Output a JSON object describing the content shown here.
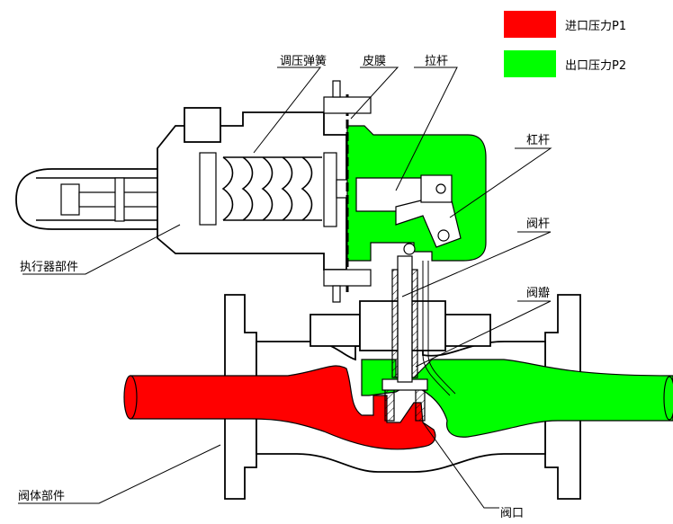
{
  "legend": {
    "inlet": {
      "label": "进口压力P1",
      "color": "#ff0000"
    },
    "outlet": {
      "label": "出口压力P2",
      "color": "#00ff00"
    }
  },
  "labels": {
    "spring": "调压弹簧",
    "diaphragm": "皮膜",
    "pull_rod": "拉杆",
    "lever": "杠杆",
    "valve_stem": "阀杆",
    "valve_disc": "阀瓣",
    "actuator": "执行器部件",
    "valve_body": "阀体部件",
    "valve_port": "阀口"
  }
}
